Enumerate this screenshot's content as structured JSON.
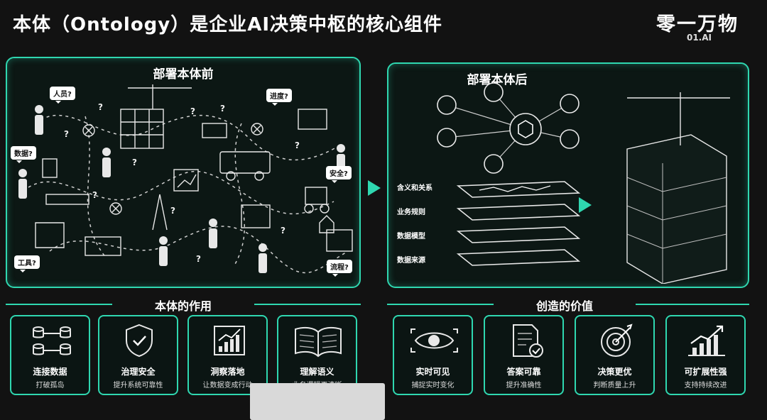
{
  "title": "本体（Ontology）是企业AI决策中枢的核心组件",
  "logo": {
    "main": "零一万物",
    "sub": "01.AI"
  },
  "before": {
    "title": "部署本体前",
    "tags": [
      "人员?",
      "进度?",
      "数据?",
      "安全?",
      "工具?",
      "流程?"
    ],
    "question_mark": "?"
  },
  "after": {
    "title": "部署本体后",
    "layers": [
      "含义和关系",
      "业务规则",
      "数据模型",
      "数据来源"
    ]
  },
  "role": {
    "title": "本体的作用",
    "cards": [
      {
        "l1": "连接数据",
        "l2": "打破孤岛",
        "icon": "database-network-icon"
      },
      {
        "l1": "治理安全",
        "l2": "提升系统可靠性",
        "icon": "shield-check-icon"
      },
      {
        "l1": "洞察落地",
        "l2": "让数据变成行动",
        "icon": "chart-icon"
      },
      {
        "l1": "理解语义",
        "l2": "业务逻辑更清晰",
        "icon": "book-icon"
      }
    ]
  },
  "value": {
    "title": "创造的价值",
    "cards": [
      {
        "l1": "实时可见",
        "l2": "捕捉实时变化",
        "icon": "eye-icon"
      },
      {
        "l1": "答案可靠",
        "l2": "提升准确性",
        "icon": "document-check-icon"
      },
      {
        "l1": "决策更优",
        "l2": "判断质量上升",
        "icon": "target-icon"
      },
      {
        "l1": "可扩展性强",
        "l2": "支持持续改进",
        "icon": "growth-chart-icon"
      }
    ]
  },
  "colors": {
    "accent": "#2fd7b0",
    "background": "#121212"
  }
}
